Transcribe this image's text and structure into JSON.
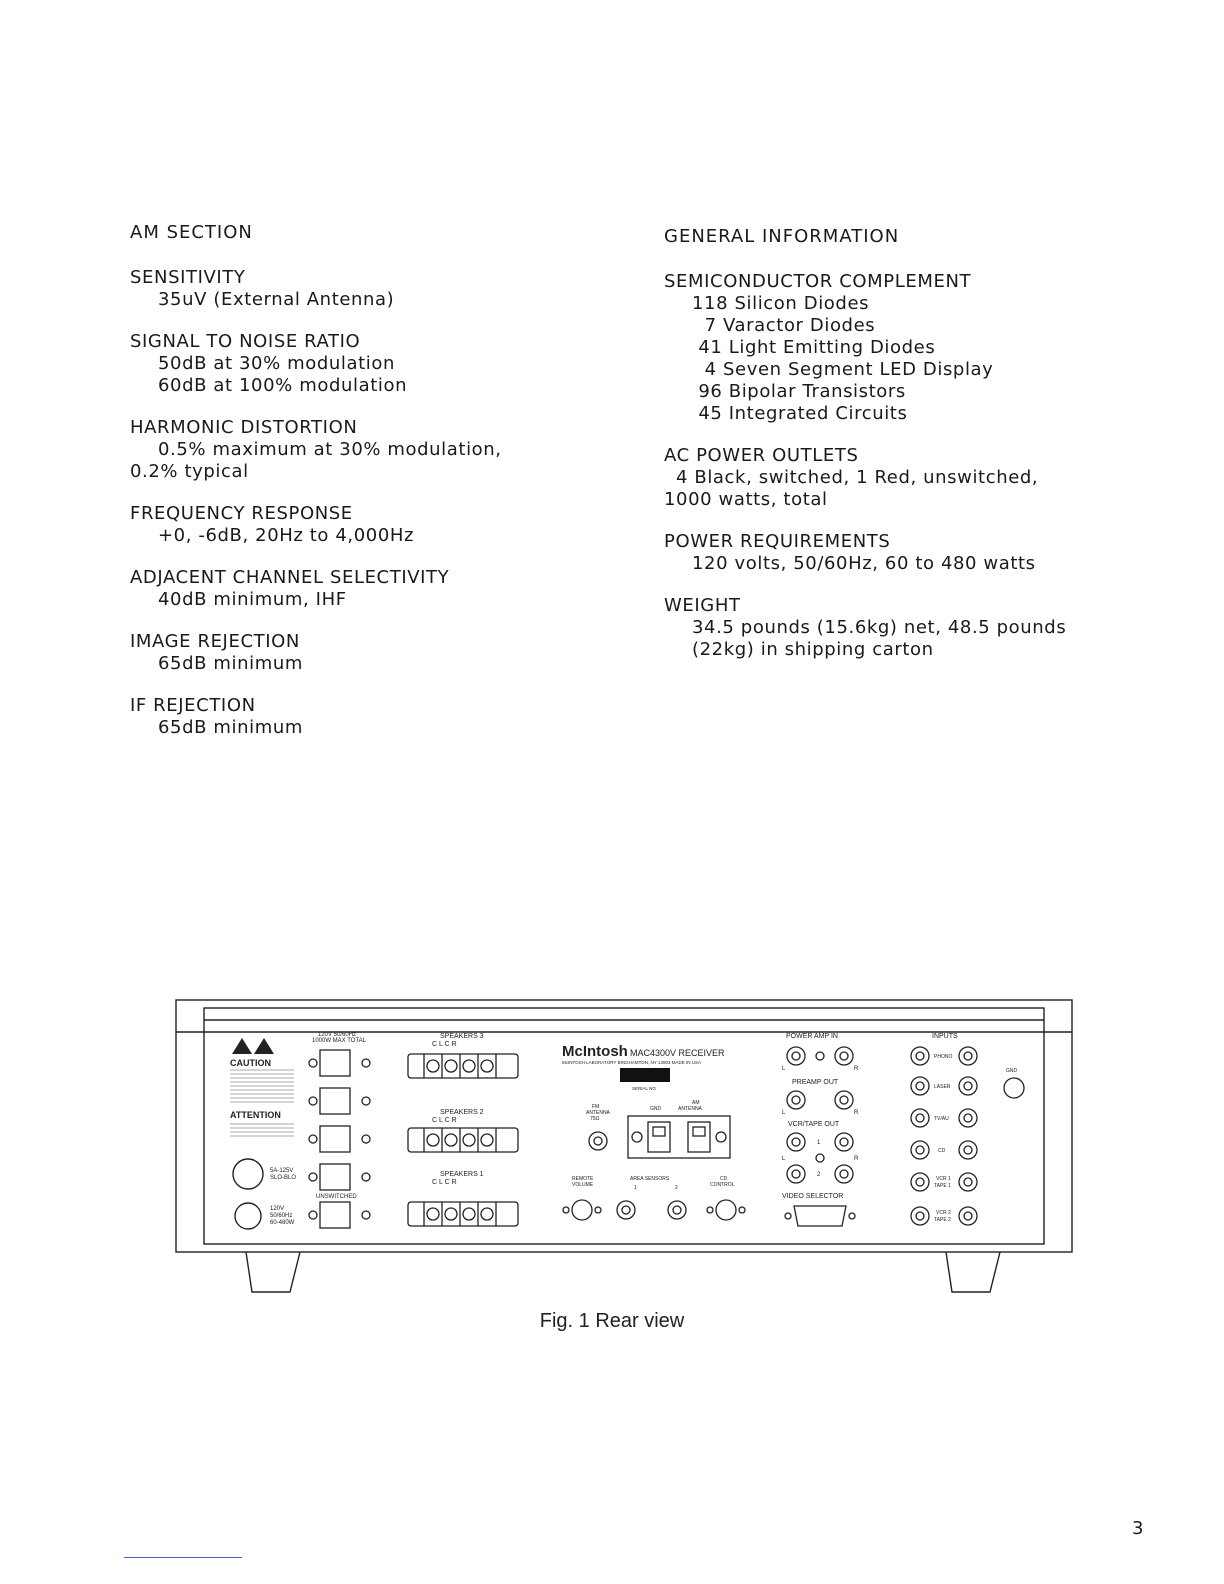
{
  "am_section": {
    "title": "AM SECTION",
    "specs": [
      {
        "head": "SENSITIVITY",
        "lines": [
          "35uV (External Antenna)"
        ]
      },
      {
        "head": "SIGNAL TO NOISE RATIO",
        "lines": [
          "50dB at 30% modulation",
          "60dB at 100% modulation"
        ]
      },
      {
        "head": "HARMONIC DISTORTION",
        "lines": [
          "0.5% maximum at 30% modulation,"
        ],
        "cont": "0.2% typical"
      },
      {
        "head": "FREQUENCY RESPONSE",
        "lines": [
          "+0, -6dB, 20Hz to 4,000Hz"
        ]
      },
      {
        "head": "ADJACENT CHANNEL SELECTIVITY",
        "lines": [
          "40dB minimum, IHF"
        ]
      },
      {
        "head": "IMAGE REJECTION",
        "lines": [
          "65dB minimum"
        ]
      },
      {
        "head": "IF REJECTION",
        "lines": [
          "65dB minimum"
        ]
      }
    ]
  },
  "general_information": {
    "title": "GENERAL INFORMATION",
    "semiconductor": {
      "head": "SEMICONDUCTOR COMPLEMENT",
      "lines": [
        "118 Silicon Diodes",
        "  7 Varactor Diodes",
        " 41 Light Emitting Diodes",
        "  4 Seven Segment LED Display",
        " 96 Bipolar Transistors",
        " 45 Integrated Circuits"
      ]
    },
    "ac_outlets": {
      "head": "AC POWER OUTLETS",
      "line": "4 Black, switched, 1 Red, unswitched,",
      "cont": "1000 watts, total"
    },
    "power": {
      "head": "POWER REQUIREMENTS",
      "line": "120 volts, 50/60Hz, 60 to 480 watts"
    },
    "weight": {
      "head": "WEIGHT",
      "line1": "34.5 pounds (15.6kg) net, 48.5 pounds",
      "line2": "(22kg) in shipping carton"
    }
  },
  "figure": {
    "caption": "Fig. 1 Rear view",
    "labels": {
      "max_total": "120V 50/60Hz",
      "max_total2": "1000W MAX TOTAL",
      "caution": "CAUTION",
      "attention": "ATTENTION",
      "fuse": "5A-125V",
      "fuse2": "SLO-BLO",
      "unswitched": "UNSWITCHED",
      "rating1": "120V",
      "rating2": "50/60Hz",
      "rating3": "60-480W",
      "speakers3": "SPEAKERS 3",
      "speakers2": "SPEAKERS 2",
      "speakers1": "SPEAKERS 1",
      "clcr": "C   L   C   R",
      "brand": "McIntosh",
      "model": "MAC4300V RECEIVER",
      "maker": "McINTOSH LABORATORY BINGHAMTON, NY 13903 MADE IN USA",
      "serial": "SERIAL NO",
      "fm_antenna": "FM",
      "fm_antenna2": "ANTENNA",
      "fm_antenna3": "75Ω",
      "gnd": "GND",
      "am_antenna": "AM",
      "am_antenna2": "ANTENNA",
      "remote_volume": "REMOTE",
      "remote_volume2": "VOLUME",
      "area_sensors": "AREA SENSORS",
      "area1": "1",
      "area2": "2",
      "cd_control": "CD",
      "cd_control2": "CONTROL",
      "power_amp_in": "POWER AMP IN",
      "preamp_out": "PREAMP OUT",
      "vcr_tape_out": "VCR/TAPE OUT",
      "out1": "1",
      "out2": "2",
      "video_selector": "VIDEO SELECTOR",
      "inputs": "INPUTS",
      "phono": "PHONO",
      "laser": "LASER",
      "tvau": "TV/AU",
      "cd": "CD",
      "vcr1": "VCR 1",
      "tape1": "TAPE 1",
      "vcr2": "VCR 2",
      "tape2": "TAPE 2",
      "input_gnd": "GND",
      "L": "L",
      "R": "R"
    }
  },
  "page_number": "3"
}
